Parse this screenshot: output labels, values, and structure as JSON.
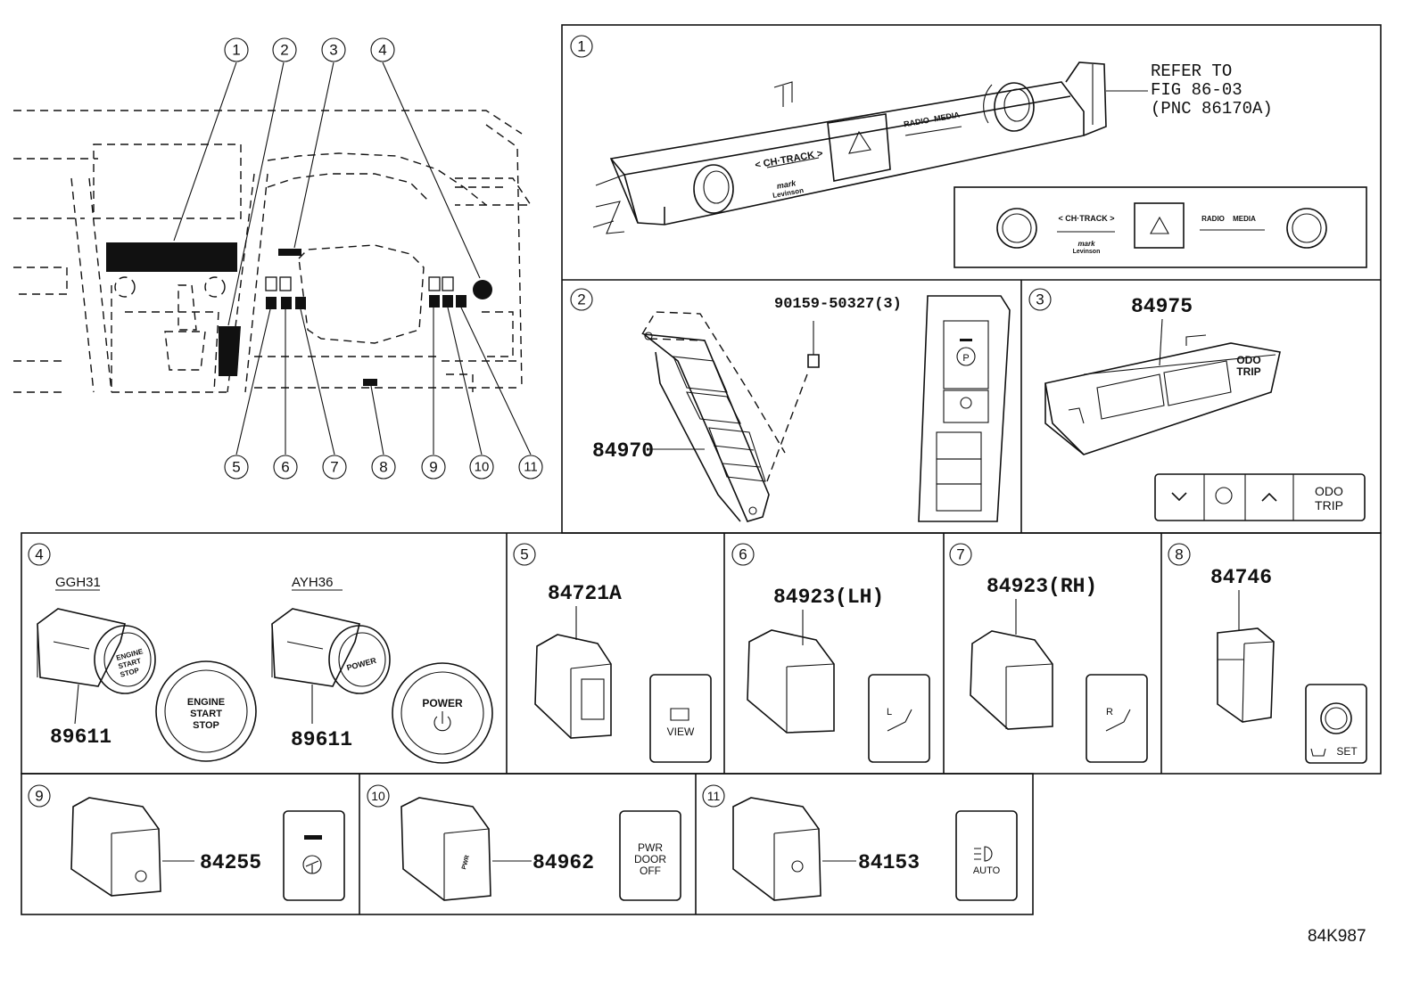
{
  "callouts": {
    "overview_top": [
      "1",
      "2",
      "3",
      "4"
    ],
    "overview_bottom": [
      "5",
      "6",
      "7",
      "8",
      "9",
      "10",
      "11"
    ]
  },
  "panels": {
    "p1": {
      "num": "1",
      "refer": [
        "REFER TO",
        "FIG 86-03",
        "(PNC 86170A)"
      ],
      "labels": {
        "ch_track": "< CH·TRACK >",
        "radio": "RADIO",
        "media": "MEDIA",
        "brand_top": "mark",
        "brand_bottom": "Levinson"
      }
    },
    "p2": {
      "num": "2",
      "part": "84970",
      "bolt": "90159-50327(3)"
    },
    "p3": {
      "num": "3",
      "part": "84975",
      "odo": "ODO",
      "trip": "TRIP"
    },
    "p4": {
      "num": "4",
      "variant_a": "GGH31",
      "variant_b": "AYH36",
      "part_a": "89611",
      "part_b": "89611",
      "engine": [
        "ENGINE",
        "START",
        "STOP"
      ],
      "power": "POWER"
    },
    "p5": {
      "num": "5",
      "part": "84721A",
      "view": "VIEW"
    },
    "p6": {
      "num": "6",
      "part": "84923(LH)",
      "side": "L"
    },
    "p7": {
      "num": "7",
      "part": "84923(RH)",
      "side": "R"
    },
    "p8": {
      "num": "8",
      "part": "84746",
      "set": "SET"
    },
    "p9": {
      "num": "9",
      "part": "84255"
    },
    "p10": {
      "num": "10",
      "part": "84962",
      "pwr": [
        "PWR",
        "DOOR",
        "OFF"
      ]
    },
    "p11": {
      "num": "11",
      "part": "84153",
      "auto": "AUTO"
    }
  },
  "figure_code": "84K987"
}
